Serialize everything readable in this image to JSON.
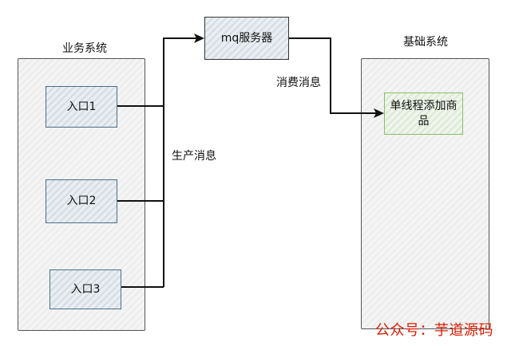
{
  "business_system": {
    "title": "业务系统",
    "entries": [
      "入口1",
      "入口2",
      "入口3"
    ]
  },
  "mq_server": {
    "label": "mq服务器"
  },
  "base_system": {
    "title": "基础系统",
    "service_label": "单线程添加商品"
  },
  "edges": {
    "produce_label": "生产消息",
    "consume_label": "消费消息"
  },
  "watermark": {
    "text": "公众号：芋道源码"
  },
  "colors": {
    "line": "#111111",
    "mq_border": "#333333",
    "entry_border": "#4a6f8a",
    "service_border": "#8cbf6a",
    "watermark": "#d81e06"
  }
}
